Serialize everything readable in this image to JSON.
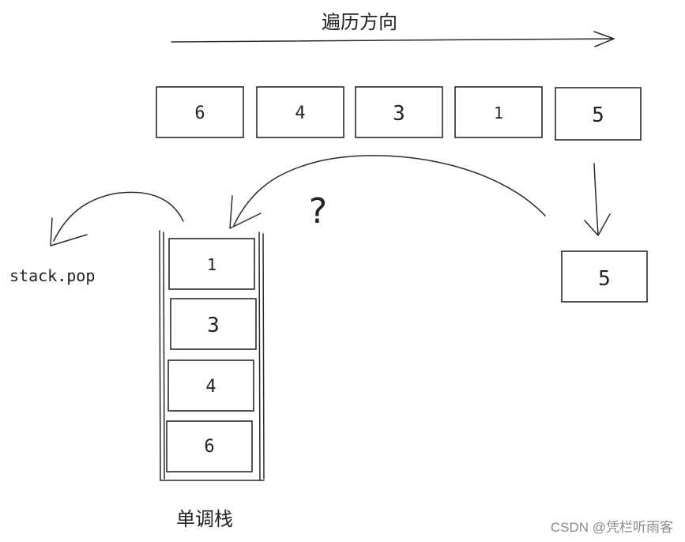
{
  "title": "遍历方向",
  "array": [
    "6",
    "4",
    "3",
    "1",
    "5"
  ],
  "current": "5",
  "stack": [
    "1",
    "3",
    "4",
    "6"
  ],
  "stack_label": "单调栈",
  "pop_label": "stack.pop",
  "question_mark": "?",
  "watermark": "CSDN @凭栏听雨客",
  "colors": {
    "ink": "#2a2a2a",
    "watermark": "#8a8a8a",
    "background": "#ffffff"
  }
}
